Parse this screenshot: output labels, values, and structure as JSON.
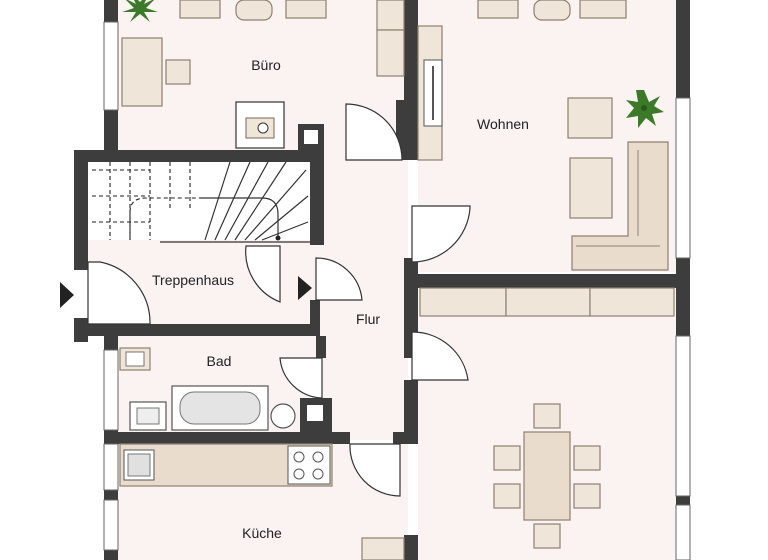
{
  "plan": {
    "rooms": {
      "buero": "Büro",
      "wohnen": "Wohnen",
      "treppenhaus": "Treppenhaus",
      "flur": "Flur",
      "bad": "Bad",
      "kueche": "Küche"
    },
    "colors": {
      "wall": "#3d3d3d",
      "floor": "#fbf2f2",
      "furniture": "#e9dccc",
      "plant": "#3c7a2a"
    },
    "icons": [
      "plant-icon",
      "entrance-arrow-icon",
      "stove-icon",
      "sink-icon",
      "bathtub-icon"
    ]
  }
}
